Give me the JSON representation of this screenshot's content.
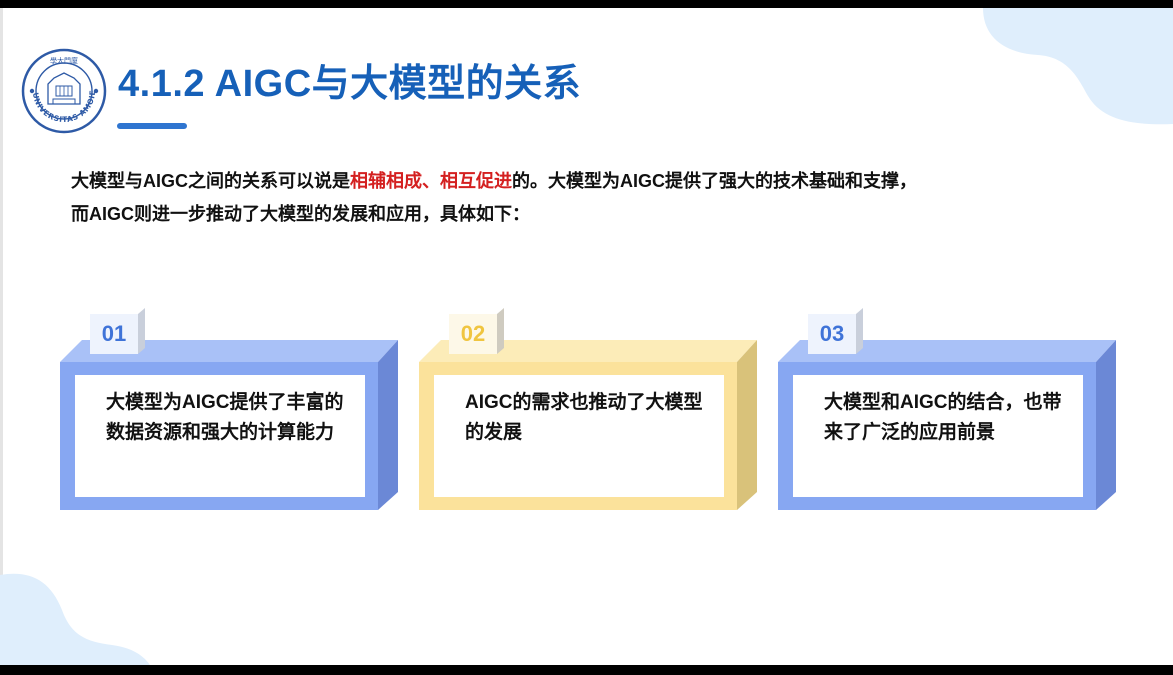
{
  "slide": {
    "title": "4.1.2 AIGC与大模型的关系",
    "emblem": {
      "icon": "university-seal-icon",
      "top_text": "學大門廈",
      "ring_text": "UNIVERSITAS AMOIENSIS"
    },
    "intro": {
      "part1": "大模型与AIGC之间的关系可以说是",
      "highlight": "相辅相成、相互促进",
      "part2": "的。大模型为AIGC提供了强大的技术基础和支撑，",
      "line2": "而AIGC则进一步推动了大模型的发展和应用，具体如下："
    },
    "cards": [
      {
        "number": "01",
        "text": "大模型为AIGC提供了丰富的数据资源和强大的计算能力",
        "theme": "blue"
      },
      {
        "number": "02",
        "text": "AIGC的需求也推动了大模型的发展",
        "theme": "yellow"
      },
      {
        "number": "03",
        "text": "大模型和AIGC的结合，也带来了广泛的应用前景",
        "theme": "blue"
      }
    ]
  },
  "colors": {
    "title": "#1660b8",
    "highlight": "#d42020",
    "blue_front": "#87a7f2",
    "blue_top": "#a9c1f7",
    "blue_side": "#6b88d6",
    "blue_number": "#3f73d8",
    "yellow_front": "#fbe29b",
    "yellow_top": "#fcecb8",
    "yellow_side": "#d9c27a",
    "yellow_number": "#f0c540",
    "decor_blob": "#dfeefc"
  }
}
